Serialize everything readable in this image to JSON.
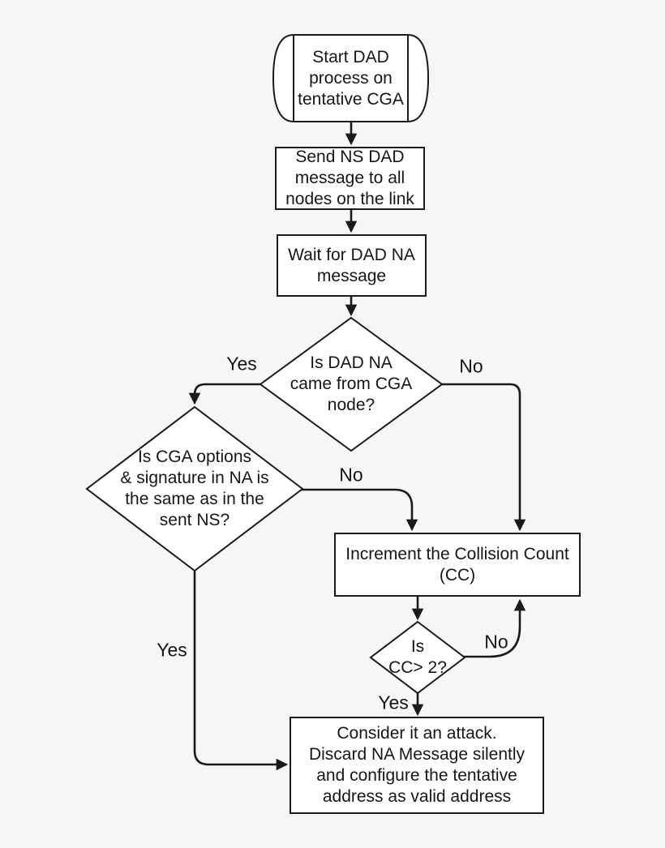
{
  "diagram": {
    "type": "flowchart",
    "nodes": {
      "start": {
        "shape": "terminal",
        "lines": [
          "Start DAD",
          "process on",
          "tentative CGA"
        ]
      },
      "send_ns": {
        "shape": "process",
        "lines": [
          "Send NS DAD",
          "message to all",
          "nodes on the link"
        ]
      },
      "wait_na": {
        "shape": "process",
        "lines": [
          "Wait for DAD NA",
          "message"
        ]
      },
      "is_from_cga": {
        "shape": "decision",
        "lines": [
          "Is DAD NA",
          "came from CGA",
          "node?"
        ]
      },
      "is_sig_same": {
        "shape": "decision",
        "lines": [
          "Is CGA options",
          "& signature in NA is",
          "the same as in the",
          "sent NS?"
        ]
      },
      "increment_cc": {
        "shape": "process",
        "lines": [
          "Increment the Collision Count",
          "(CC)"
        ]
      },
      "is_cc_gt_2": {
        "shape": "decision",
        "lines": [
          "Is",
          "CC> 2?"
        ]
      },
      "consider_attack": {
        "shape": "process",
        "lines": [
          "Consider it an attack.",
          "Discard NA Message silently",
          "and configure the tentative",
          "address as valid address"
        ]
      }
    },
    "edge_labels": {
      "is_from_cga_yes": "Yes",
      "is_from_cga_no": "No",
      "is_sig_same_no": "No",
      "is_sig_same_yes": "Yes",
      "is_cc_gt_2_no": "No",
      "is_cc_gt_2_yes": "Yes"
    },
    "colors": {
      "background": "#f6f6f6",
      "node_fill": "#ffffff",
      "stroke": "#1a1a1a",
      "text": "#161616"
    }
  }
}
